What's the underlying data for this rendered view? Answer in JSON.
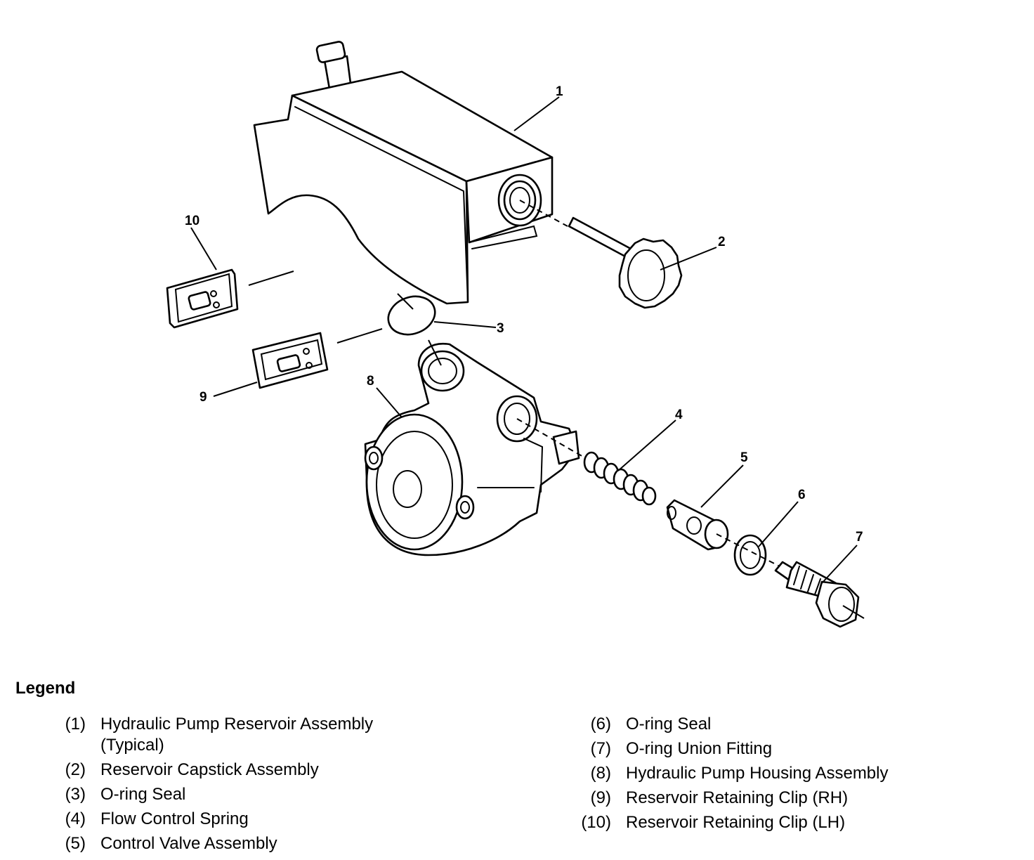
{
  "callouts": {
    "c1": "1",
    "c2": "2",
    "c3": "3",
    "c4": "4",
    "c5": "5",
    "c6": "6",
    "c7": "7",
    "c8": "8",
    "c9": "9",
    "c10": "10"
  },
  "legend": {
    "title": "Legend",
    "left": [
      {
        "num": "(1)",
        "text": "Hydraulic Pump Reservoir Assembly\n(Typical)"
      },
      {
        "num": "(2)",
        "text": "Reservoir Capstick Assembly"
      },
      {
        "num": "(3)",
        "text": "O-ring Seal"
      },
      {
        "num": "(4)",
        "text": "Flow Control Spring"
      },
      {
        "num": "(5)",
        "text": "Control Valve Assembly"
      }
    ],
    "right": [
      {
        "num": "(6)",
        "text": "O-ring Seal"
      },
      {
        "num": "(7)",
        "text": "O-ring Union Fitting"
      },
      {
        "num": "(8)",
        "text": "Hydraulic Pump Housing Assembly"
      },
      {
        "num": "(9)",
        "text": "Reservoir Retaining Clip (RH)"
      },
      {
        "num": "(10)",
        "text": "Reservoir Retaining Clip (LH)"
      }
    ]
  }
}
